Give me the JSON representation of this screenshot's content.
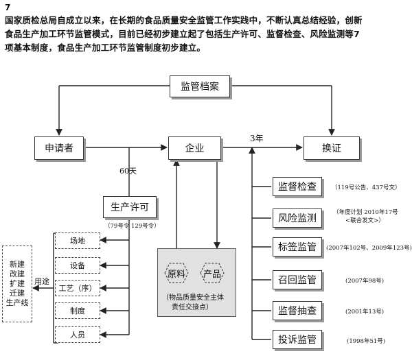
{
  "page_number": "7",
  "intro_lines": [
    "国家质检总局自成立以来，在长期的食品质量安全监管工作实践中，不断认真总结经验，创新",
    "食品生产加工环节监管模式，目前已经初步建立起了包括生产许可、监督检查、风险监测等7",
    "项基本制度，食品生产加工环节监管制度初步建立。"
  ],
  "nodes": {
    "archive": "监管档案",
    "applicant": "申请者",
    "enterprise": "企业",
    "renewal": "换证",
    "license": "生产许可",
    "license_note": "（79号令 129号令）",
    "days": "60天",
    "years": "3年",
    "usage": "用途"
  },
  "purposes": [
    "新建",
    "改建",
    "扩建",
    "迁建",
    "生产线"
  ],
  "requirements": [
    "场地",
    "设备",
    "工艺（序）",
    "制度",
    "人员"
  ],
  "enterprise_panel": {
    "raw": "原料",
    "product": "产品",
    "caption_line1": "（物品质量安全主体",
    "caption_line2": "责任交接点）"
  },
  "supervision": [
    {
      "name": "监督检查",
      "ref": "（119号公告、437号文）"
    },
    {
      "name": "风险监测",
      "ref": "（年度计划 2010年17号",
      "ref2": "<联合发文>）"
    },
    {
      "name": "标签监管",
      "ref": "(2007年102号、2009年123号)"
    },
    {
      "name": "召回监管",
      "ref": "(2007年98号)"
    },
    {
      "name": "监督抽查",
      "ref": "(2001年13号)"
    },
    {
      "name": "投诉监管",
      "ref": "(1998年51号)"
    }
  ]
}
